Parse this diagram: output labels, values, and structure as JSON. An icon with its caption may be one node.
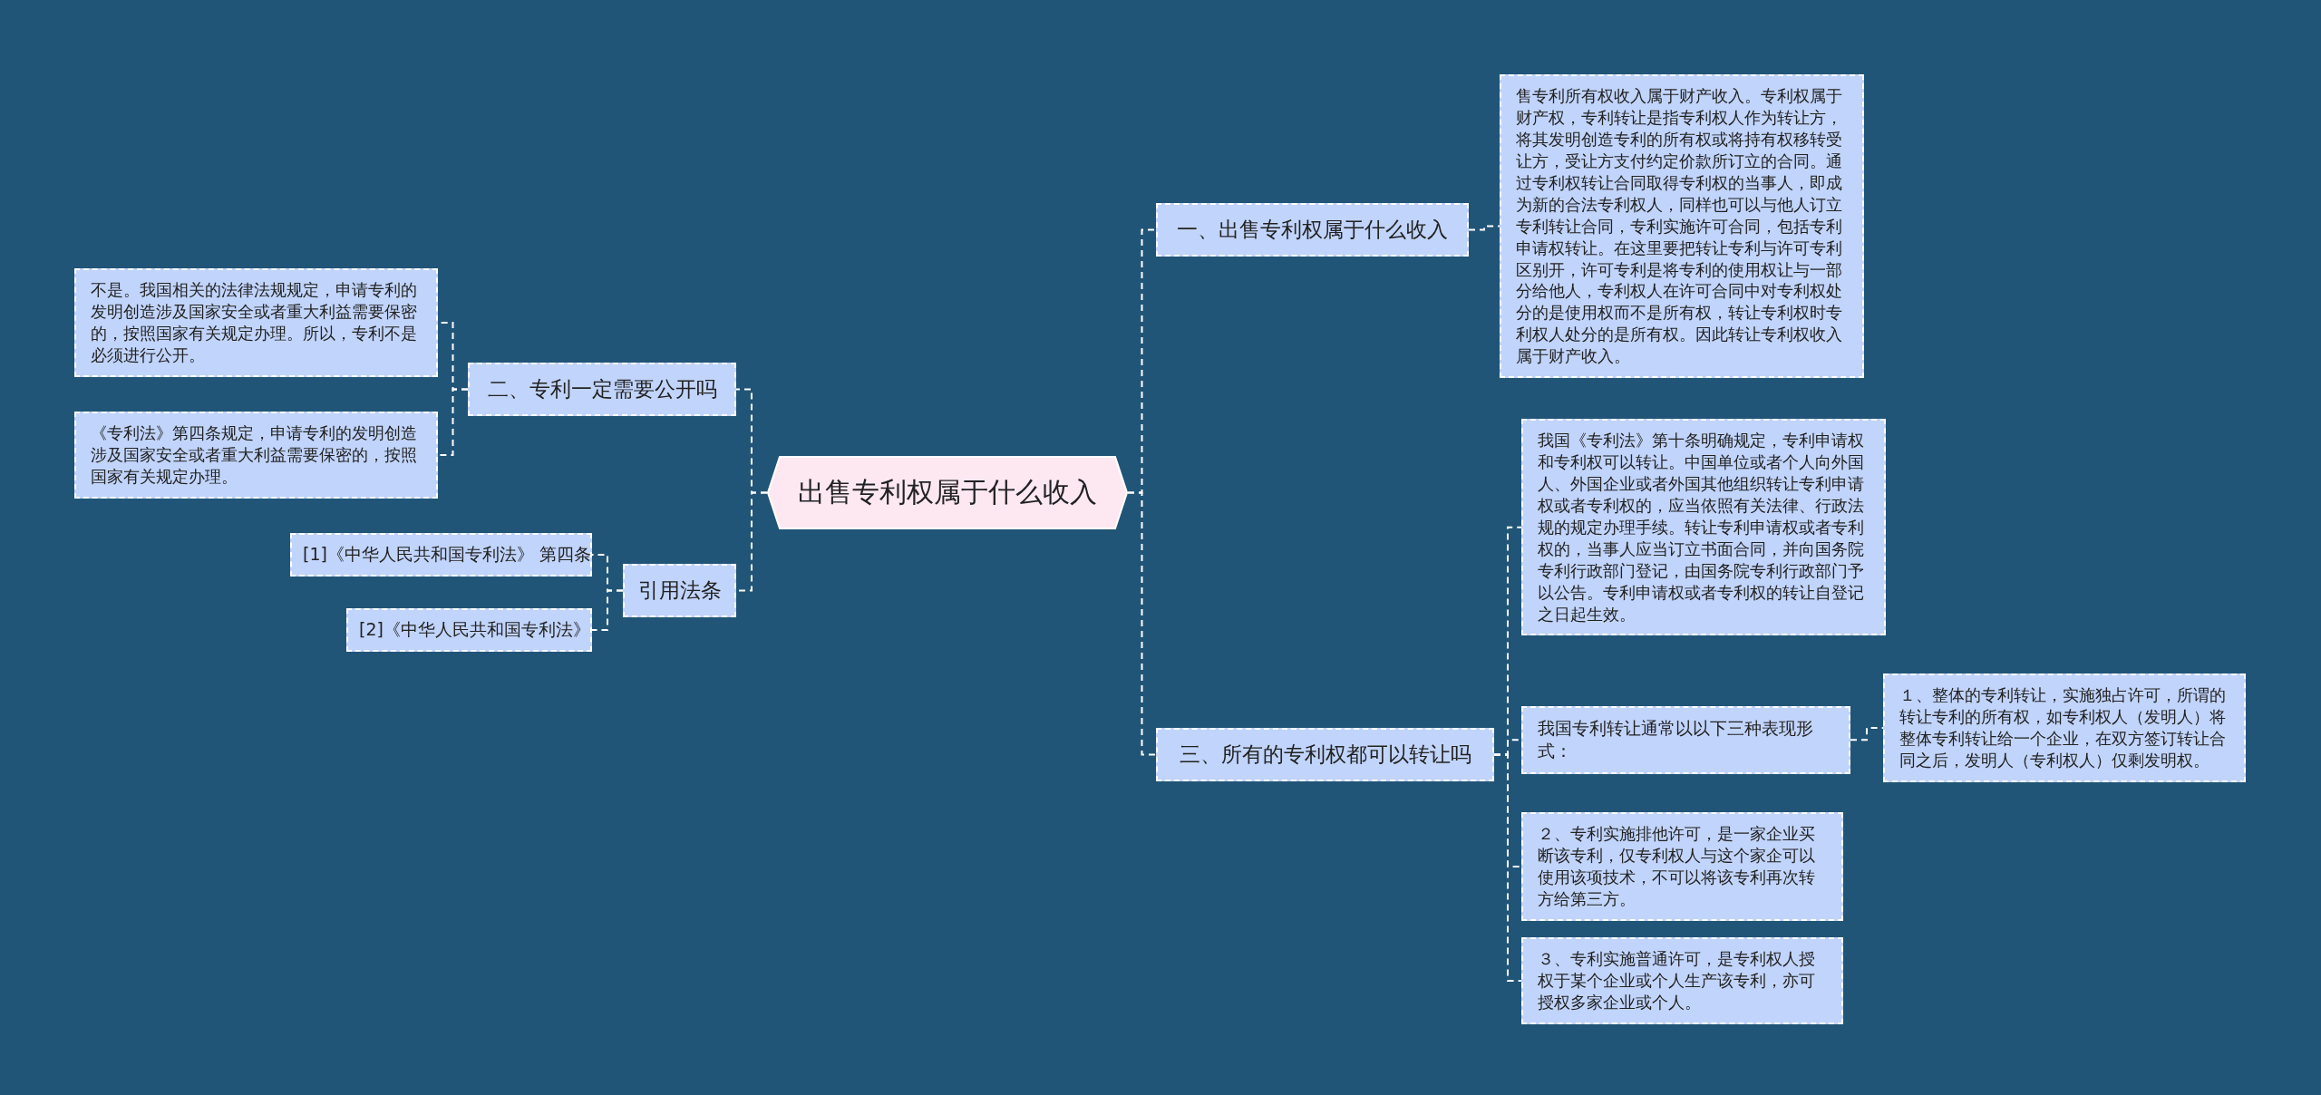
{
  "diagram": {
    "nodes": [
      {
        "text": [
          "出售专利权属于什么收入"
        ]
      },
      {
        "text": [
          "一、出售专利权属于什么收入"
        ]
      },
      {
        "text": [
          "售专利所有权收入属于财产收入。专利权属于财产权，专利转让是指专利权人作为转让方，将其发明创造专利的所有权或将持有权移转受让方，受让方支付约定价款所订立的合同。通过专利权转让合同取得专利权的当事人，即成为新的合法专利权人，同样也可以与他人订立专利转让合同，专利实施许可合同，包括专利申请权转让。在这里要把转让专利与许可专利区别开，许可专利是将专利的使用权让与一部分给他人，专利权人在许可合同中对专利权处分的是使用权而不是所有权，转让专利权时专利权人处分的是所有权。因此转让专利权收入属于财产收入。"
        ]
      },
      {
        "text": [
          "三、所有的专利权都可以转让吗"
        ]
      },
      {
        "text": [
          "我国《专利法》第十条明确规定，专利申请权和专利权可以转让。中国单位或者个人向外国人、外国企业或者外国其他组织转让专利申请权或者专利权的，应当依照有关法律、行政法规的规定办理手续。转让专利申请权或者专利权的，当事人应当订立书面合同，并向国务院专利行政部门登记，由国务院专利行政部门予以公告。专利申请权或者专利权的转让自登记之日起生效。"
        ]
      },
      {
        "text": [
          "我国专利转让通常以以下三种表现形式："
        ]
      },
      {
        "text": [
          "１、整体的专利转让，实施独占许可，所谓的转让专利的所有权，如专利权人（发明人）将整体专利转让给一个企业，在双方签订转让合同之后，发明人（专利权人）仅剩发明权。"
        ]
      },
      {
        "text": [
          "２、专利实施排他许可，是一家企业买断该专利，仅专利权人与这个家企可以使用该项技术，不可以将该专利再次转方给第三方。"
        ]
      },
      {
        "text": [
          "３、专利实施普通许可，是专利权人授权于某个企业或个人生产该专利，亦可授权多家企业或个人。"
        ]
      },
      {
        "text": [
          "二、专利一定需要公开吗"
        ]
      },
      {
        "text": [
          "不是。我国相关的法律法规规定，申请专利的发明创造涉及国家安全或者重大利益需要保密的，按照国家有关规定办理。所以，专利不是必须进行公开。"
        ]
      },
      {
        "text": [
          "《专利法》第四条规定，申请专利的发明创造涉及国家安全或者重大利益需要保密的，按照国家有关规定办理。"
        ]
      },
      {
        "text": [
          "引用法条"
        ]
      },
      {
        "text": [
          "[1]《中华人民共和国专利法》 第四条"
        ]
      },
      {
        "text": [
          "[2]《中华人民共和国专利法》"
        ]
      }
    ],
    "edges": [
      {
        "from": 0,
        "to": 1,
        "arrow": "none",
        "style": "dashed"
      },
      {
        "from": 1,
        "to": 2,
        "arrow": "none",
        "style": "dashed"
      },
      {
        "from": 0,
        "to": 3,
        "arrow": "none",
        "style": "dashed"
      },
      {
        "from": 3,
        "to": 4,
        "arrow": "none",
        "style": "dashed"
      },
      {
        "from": 3,
        "to": 5,
        "arrow": "none",
        "style": "dashed"
      },
      {
        "from": 5,
        "to": 6,
        "arrow": "none",
        "style": "dashed"
      },
      {
        "from": 3,
        "to": 7,
        "arrow": "none",
        "style": "dashed"
      },
      {
        "from": 3,
        "to": 8,
        "arrow": "none",
        "style": "dashed"
      },
      {
        "from": 0,
        "to": 9,
        "arrow": "none",
        "style": "dashed"
      },
      {
        "from": 9,
        "to": 10,
        "arrow": "none",
        "style": "dashed"
      },
      {
        "from": 9,
        "to": 11,
        "arrow": "none",
        "style": "dashed"
      },
      {
        "from": 0,
        "to": 12,
        "arrow": "none",
        "style": "dashed"
      },
      {
        "from": 12,
        "to": 13,
        "arrow": "none",
        "style": "dashed"
      },
      {
        "from": 12,
        "to": 14,
        "arrow": "none",
        "style": "dashed"
      }
    ]
  }
}
